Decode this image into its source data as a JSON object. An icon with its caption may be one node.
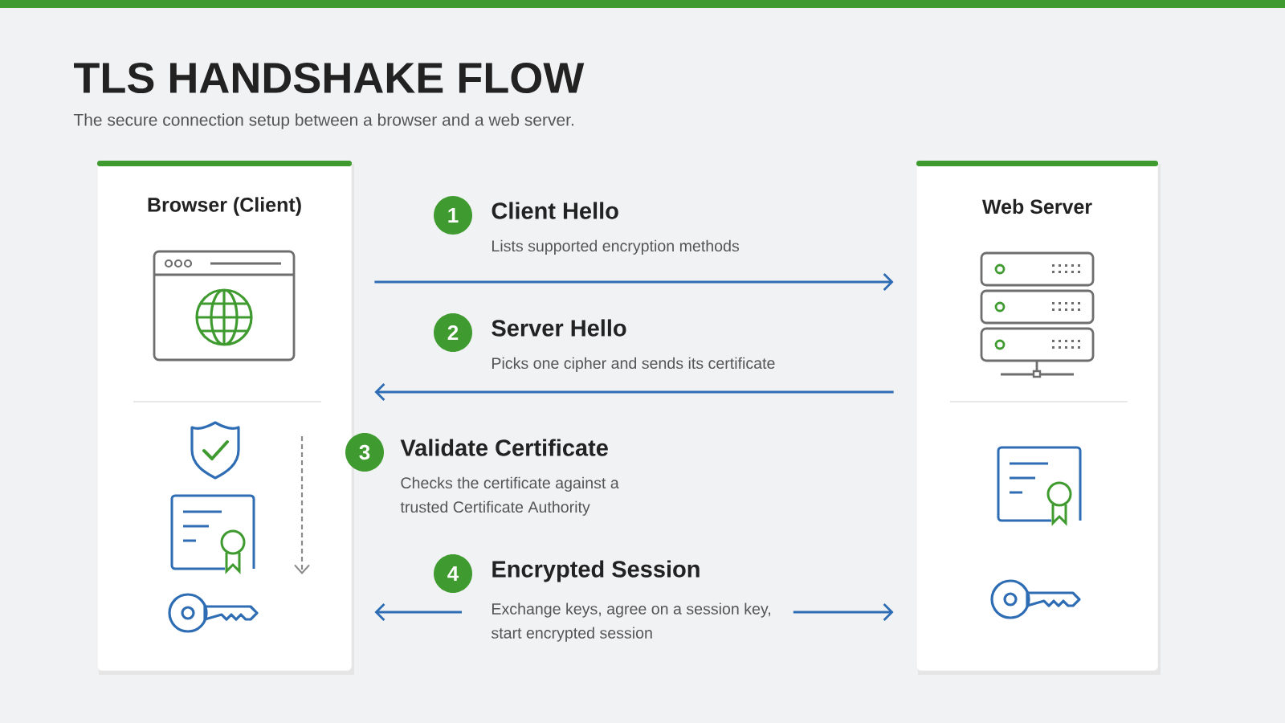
{
  "diagram": {
    "title": "TLS HANDSHAKE FLOW",
    "nodes": [
      {
        "text": [
          "Browser (Client)"
        ]
      },
      {
        "text": [
          "Web Server"
        ]
      },
      {
        "text": [
          "1",
          "Client Hello",
          "Lists supported encryption methods"
        ]
      },
      {
        "text": [
          "2",
          "Server Hello",
          "Picks one cipher and sends its certificate"
        ]
      },
      {
        "text": [
          "3",
          "Validate Certificate",
          "Checks the certificate against a trusted Certificate Authority"
        ]
      },
      {
        "text": [
          "4",
          "Encrypted Session",
          "Exchange keys, agree on a session key, start encrypted session"
        ]
      }
    ],
    "edges": [
      {
        "from": 0,
        "to": 1,
        "arrow": "to"
      },
      {
        "from": 1,
        "to": 0,
        "arrow": "to"
      },
      {
        "from": 5,
        "to": 0,
        "arrow": "to"
      },
      {
        "from": 5,
        "to": 1,
        "arrow": "to"
      }
    ],
    "labels": [
      "The secure connection setup between a browser and a web server."
    ]
  }
}
